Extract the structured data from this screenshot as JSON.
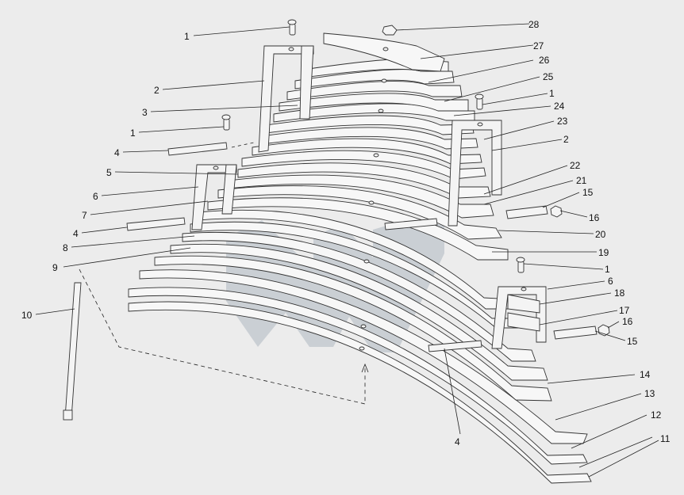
{
  "diagram": {
    "callouts": [
      {
        "id": "c1a",
        "text": "1"
      },
      {
        "id": "c2a",
        "text": "2"
      },
      {
        "id": "c3",
        "text": "3"
      },
      {
        "id": "c1b",
        "text": "1"
      },
      {
        "id": "c4a",
        "text": "4"
      },
      {
        "id": "c5",
        "text": "5"
      },
      {
        "id": "c6a",
        "text": "6"
      },
      {
        "id": "c7",
        "text": "7"
      },
      {
        "id": "c4b",
        "text": "4"
      },
      {
        "id": "c8",
        "text": "8"
      },
      {
        "id": "c9",
        "text": "9"
      },
      {
        "id": "c10",
        "text": "10"
      },
      {
        "id": "c28",
        "text": "28"
      },
      {
        "id": "c27",
        "text": "27"
      },
      {
        "id": "c26",
        "text": "26"
      },
      {
        "id": "c25",
        "text": "25"
      },
      {
        "id": "c1c",
        "text": "1"
      },
      {
        "id": "c24",
        "text": "24"
      },
      {
        "id": "c23",
        "text": "23"
      },
      {
        "id": "c2b",
        "text": "2"
      },
      {
        "id": "c22",
        "text": "22"
      },
      {
        "id": "c21",
        "text": "21"
      },
      {
        "id": "c15a",
        "text": "15"
      },
      {
        "id": "c16a",
        "text": "16"
      },
      {
        "id": "c20",
        "text": "20"
      },
      {
        "id": "c19",
        "text": "19"
      },
      {
        "id": "c1d",
        "text": "1"
      },
      {
        "id": "c6b",
        "text": "6"
      },
      {
        "id": "c18",
        "text": "18"
      },
      {
        "id": "c17",
        "text": "17"
      },
      {
        "id": "c16b",
        "text": "16"
      },
      {
        "id": "c15b",
        "text": "15"
      },
      {
        "id": "c14",
        "text": "14"
      },
      {
        "id": "c13",
        "text": "13"
      },
      {
        "id": "c12",
        "text": "12"
      },
      {
        "id": "c11",
        "text": "11"
      },
      {
        "id": "c4c",
        "text": "4"
      }
    ]
  }
}
